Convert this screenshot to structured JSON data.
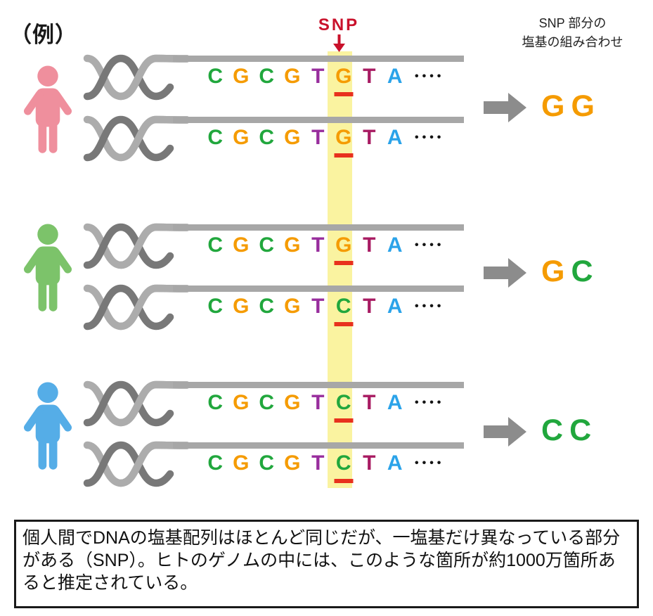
{
  "example_label": "（例）",
  "snp_callout": {
    "label": "SNP",
    "color": "#c9112b"
  },
  "right_header": {
    "line1": "SNP 部分の",
    "line2": "塩基の組み合わせ"
  },
  "highlight_color": "#faf3a0",
  "underline_color": "#e8311d",
  "base_palette": {
    "C": "#21a73d",
    "G": "#f59b00",
    "T_purple": "#982d9d",
    "T_crimson": "#a81b62",
    "A": "#2ba3e9"
  },
  "groups": [
    {
      "person": {
        "name": "person-pink",
        "hex": "#ef8f9d"
      },
      "strands": [
        {
          "bases": [
            {
              "ch": "C",
              "hex": "#21a73d",
              "snp": false
            },
            {
              "ch": "G",
              "hex": "#f59b00",
              "snp": false
            },
            {
              "ch": "C",
              "hex": "#21a73d",
              "snp": false
            },
            {
              "ch": "G",
              "hex": "#f59b00",
              "snp": false
            },
            {
              "ch": "T",
              "hex": "#982d9d",
              "snp": false
            },
            {
              "ch": "G",
              "hex": "#f59b00",
              "snp": true
            },
            {
              "ch": "T",
              "hex": "#a81b62",
              "snp": false
            },
            {
              "ch": "A",
              "hex": "#2ba3e9",
              "snp": false
            }
          ],
          "dots": "••••"
        },
        {
          "bases": [
            {
              "ch": "C",
              "hex": "#21a73d",
              "snp": false
            },
            {
              "ch": "G",
              "hex": "#f59b00",
              "snp": false
            },
            {
              "ch": "C",
              "hex": "#21a73d",
              "snp": false
            },
            {
              "ch": "G",
              "hex": "#f59b00",
              "snp": false
            },
            {
              "ch": "T",
              "hex": "#982d9d",
              "snp": false
            },
            {
              "ch": "G",
              "hex": "#f59b00",
              "snp": true
            },
            {
              "ch": "T",
              "hex": "#a81b62",
              "snp": false
            },
            {
              "ch": "A",
              "hex": "#2ba3e9",
              "snp": false
            }
          ],
          "dots": "••••"
        }
      ],
      "result": [
        {
          "ch": "G",
          "hex": "#f59b00"
        },
        {
          "ch": "G",
          "hex": "#f59b00"
        }
      ]
    },
    {
      "person": {
        "name": "person-green",
        "hex": "#7cc36a"
      },
      "strands": [
        {
          "bases": [
            {
              "ch": "C",
              "hex": "#21a73d",
              "snp": false
            },
            {
              "ch": "G",
              "hex": "#f59b00",
              "snp": false
            },
            {
              "ch": "C",
              "hex": "#21a73d",
              "snp": false
            },
            {
              "ch": "G",
              "hex": "#f59b00",
              "snp": false
            },
            {
              "ch": "T",
              "hex": "#982d9d",
              "snp": false
            },
            {
              "ch": "G",
              "hex": "#f59b00",
              "snp": true
            },
            {
              "ch": "T",
              "hex": "#a81b62",
              "snp": false
            },
            {
              "ch": "A",
              "hex": "#2ba3e9",
              "snp": false
            }
          ],
          "dots": "••••"
        },
        {
          "bases": [
            {
              "ch": "C",
              "hex": "#21a73d",
              "snp": false
            },
            {
              "ch": "G",
              "hex": "#f59b00",
              "snp": false
            },
            {
              "ch": "C",
              "hex": "#21a73d",
              "snp": false
            },
            {
              "ch": "G",
              "hex": "#f59b00",
              "snp": false
            },
            {
              "ch": "T",
              "hex": "#982d9d",
              "snp": false
            },
            {
              "ch": "C",
              "hex": "#21a73d",
              "snp": true
            },
            {
              "ch": "T",
              "hex": "#a81b62",
              "snp": false
            },
            {
              "ch": "A",
              "hex": "#2ba3e9",
              "snp": false
            }
          ],
          "dots": "••••"
        }
      ],
      "result": [
        {
          "ch": "G",
          "hex": "#f59b00"
        },
        {
          "ch": "C",
          "hex": "#21a73d"
        }
      ]
    },
    {
      "person": {
        "name": "person-blue",
        "hex": "#55ade7"
      },
      "strands": [
        {
          "bases": [
            {
              "ch": "C",
              "hex": "#21a73d",
              "snp": false
            },
            {
              "ch": "G",
              "hex": "#f59b00",
              "snp": false
            },
            {
              "ch": "C",
              "hex": "#21a73d",
              "snp": false
            },
            {
              "ch": "G",
              "hex": "#f59b00",
              "snp": false
            },
            {
              "ch": "T",
              "hex": "#982d9d",
              "snp": false
            },
            {
              "ch": "C",
              "hex": "#21a73d",
              "snp": true
            },
            {
              "ch": "T",
              "hex": "#a81b62",
              "snp": false
            },
            {
              "ch": "A",
              "hex": "#2ba3e9",
              "snp": false
            }
          ],
          "dots": "••••"
        },
        {
          "bases": [
            {
              "ch": "C",
              "hex": "#21a73d",
              "snp": false
            },
            {
              "ch": "G",
              "hex": "#f59b00",
              "snp": false
            },
            {
              "ch": "C",
              "hex": "#21a73d",
              "snp": false
            },
            {
              "ch": "G",
              "hex": "#f59b00",
              "snp": false
            },
            {
              "ch": "T",
              "hex": "#982d9d",
              "snp": false
            },
            {
              "ch": "C",
              "hex": "#21a73d",
              "snp": true
            },
            {
              "ch": "T",
              "hex": "#a81b62",
              "snp": false
            },
            {
              "ch": "A",
              "hex": "#2ba3e9",
              "snp": false
            }
          ],
          "dots": "••••"
        }
      ],
      "result": [
        {
          "ch": "C",
          "hex": "#21a73d"
        },
        {
          "ch": "C",
          "hex": "#21a73d"
        }
      ]
    }
  ],
  "caption": "個人間でDNAの塩基配列はほとんど同じだが、一塩基だけ異なっている部分がある（SNP）。ヒトのゲノムの中には、このような箇所が約1000万箇所あると推定されている。"
}
